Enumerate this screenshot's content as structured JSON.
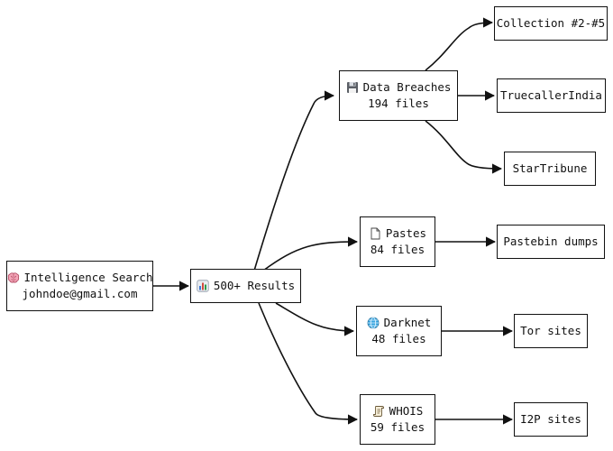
{
  "root": {
    "title": "Intelligence Search",
    "subtitle": "johndoe@gmail.com",
    "icon": "brain-icon"
  },
  "results": {
    "title": "500+ Results",
    "icon": "bar-chart-icon"
  },
  "categories": [
    {
      "title": "Data Breaches",
      "count": "194 files",
      "icon": "floppy-disk-icon"
    },
    {
      "title": "Pastes",
      "count": "84 files",
      "icon": "document-icon"
    },
    {
      "title": "Darknet",
      "count": "48 files",
      "icon": "globe-icon"
    },
    {
      "title": "WHOIS",
      "count": "59 files",
      "icon": "scroll-icon"
    }
  ],
  "leaves": {
    "collection": "Collection #2-#5",
    "truecaller": "TruecallerIndia",
    "startribune": "StarTribune",
    "pastebin": "Pastebin dumps",
    "tor": "Tor sites",
    "i2p": "I2P sites"
  }
}
